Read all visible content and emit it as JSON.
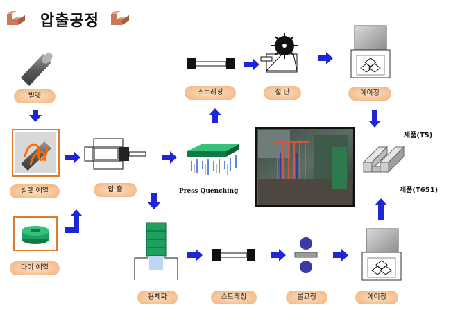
{
  "title": "압출공정",
  "labels": {
    "billet": "빌렛",
    "billet_preheat": "빌렛 예열",
    "die_preheat": "다이 예열",
    "extrusion": "압 출",
    "press_quenching": "Press Quenching",
    "stretching_top": "스트레칭",
    "cutting": "절 단",
    "aging_top": "에이징",
    "product_t5": "제품(T5)",
    "product_t651": "제품(T651)",
    "solution_treatment": "용체화",
    "stretching_bottom": "스트레칭",
    "roll_straightening": "롤교정",
    "aging_bottom": "에이징"
  },
  "colors": {
    "arrow": "#1f26d6",
    "heater_frame": "#e07a2a",
    "die_green": "#1ea060",
    "pill": "#f6c79b",
    "heading_icon": "#c97a5a"
  }
}
